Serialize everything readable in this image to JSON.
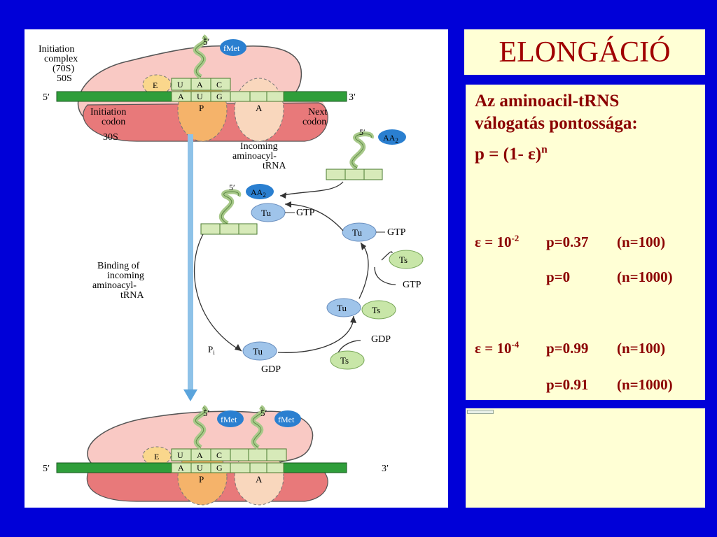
{
  "title": "ELONGÁCIÓ",
  "text": {
    "line1": "Az aminoacil-tRNS",
    "line2": "válogatás pontossága:",
    "formula_prefix": "p = (1- ε)",
    "formula_exp": "n",
    "rows": [
      {
        "eps": "ε = 10",
        "exp": "-2",
        "p": "p=0.37",
        "n": "(n=100)"
      },
      {
        "eps": "",
        "exp": "",
        "p": "p=0",
        "n": "(n=1000)"
      },
      {
        "eps": "ε = 10",
        "exp": "-4",
        "p": "p=0.99",
        "n": "(n=100)"
      },
      {
        "eps": "",
        "exp": "",
        "p": "p=0.91",
        "n": "(n=1000)"
      }
    ]
  },
  "figure": {
    "init_complex": [
      "Initiation",
      "complex",
      "(70S)",
      "50S"
    ],
    "init_codon": [
      "Initiation",
      "codon"
    ],
    "s30": "30S",
    "next_codon": [
      "Next",
      "codon"
    ],
    "five_prime": "5′",
    "three_prime": "3′",
    "fmet": "fMet",
    "aa2": "AA",
    "aa2_sub": "2",
    "anticodon": [
      "U",
      "A",
      "C"
    ],
    "codon": [
      "A",
      "U",
      "G"
    ],
    "site_e": "E",
    "site_p": "P",
    "site_a": "A",
    "incoming": [
      "Incoming",
      "aminoacyl-",
      "tRNA"
    ],
    "binding": [
      "Binding of",
      "incoming",
      "aminoacyl-",
      "tRNA"
    ],
    "tu": "Tu",
    "ts": "Ts",
    "gtp": "GTP",
    "gdp": "GDP",
    "pi": "P",
    "pi_sub": "i"
  }
}
